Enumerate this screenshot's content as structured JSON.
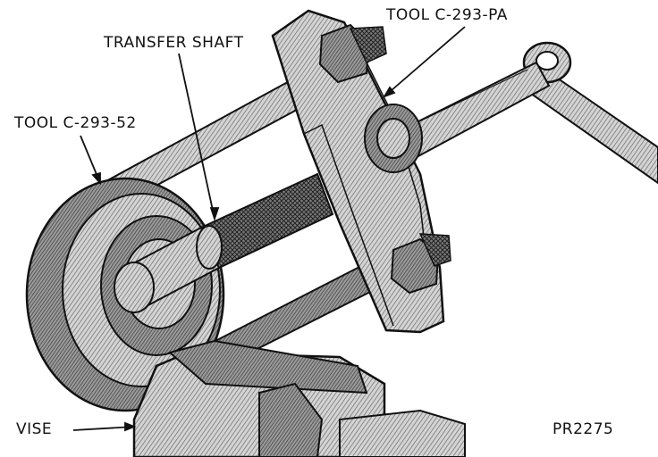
{
  "labels": {
    "tool_pa": "TOOL C-293-PA",
    "transfer_shaft": "TRANSFER SHAFT",
    "tool_52": "TOOL C-293-52",
    "vise": "VISE",
    "figure_code": "PR2275"
  },
  "colors": {
    "ink": "#111111",
    "shade_dark": "#555555",
    "shade_mid": "#8a8a8a",
    "shade_light": "#c8c8c8",
    "paper": "#ffffff"
  }
}
